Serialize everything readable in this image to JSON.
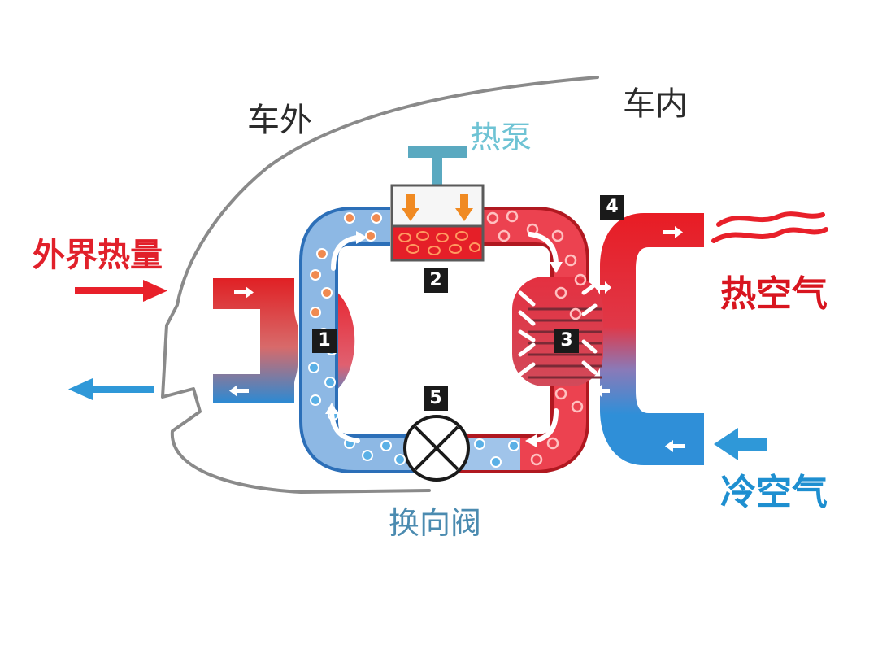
{
  "labels": {
    "outside": "车外",
    "inside": "车内",
    "heat_pump": "热泵",
    "external_heat": "外界热量",
    "hot_air": "热空气",
    "cold_air": "冷空气",
    "reversing_valve": "换向阀"
  },
  "badges": [
    "1",
    "2",
    "3",
    "4",
    "5"
  ],
  "colors": {
    "hot": "#e8202a",
    "cold": "#2f8fd8",
    "pipe_cold": "#7fb0e0",
    "outline": "#8a8a8a"
  },
  "icons": [
    "heat-arrow-icon",
    "exhaust-arrow-icon",
    "hot-air-waves-icon",
    "cold-air-arrow-icon",
    "valve-cross-icon",
    "piston-arrow-icon"
  ]
}
